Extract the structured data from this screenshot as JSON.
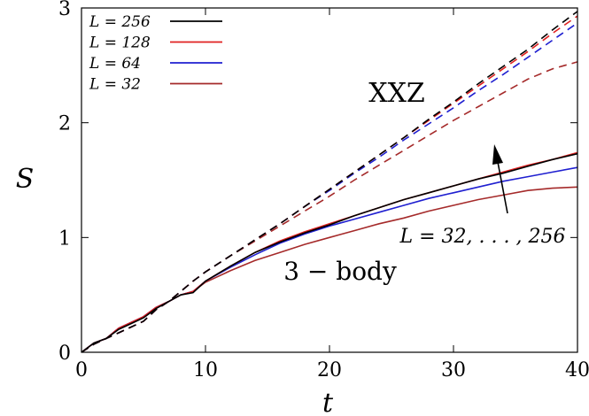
{
  "chart_data": {
    "type": "line",
    "xlabel": "t",
    "ylabel": "S",
    "xlim": [
      0,
      40
    ],
    "ylim": [
      0,
      3
    ],
    "xticks": [
      "0",
      "10",
      "20",
      "30",
      "40"
    ],
    "yticks": [
      "0",
      "1",
      "2",
      "3"
    ],
    "grid": false,
    "legend_position": "top-left",
    "annotations": {
      "xxz": "XXZ",
      "three_body": "3 − body",
      "range": "L = 32, . . . , 256"
    },
    "x": [
      0,
      1,
      2,
      3,
      4,
      5,
      6,
      7,
      8,
      9,
      10,
      12,
      14,
      16,
      18,
      20,
      22,
      24,
      26,
      28,
      30,
      32,
      34,
      36,
      38,
      40
    ],
    "series": [
      {
        "name": "L = 256",
        "color": "#000000",
        "three_body": [
          0,
          0.08,
          0.12,
          0.2,
          0.25,
          0.3,
          0.38,
          0.44,
          0.5,
          0.52,
          0.62,
          0.75,
          0.87,
          0.96,
          1.04,
          1.11,
          1.19,
          1.26,
          1.33,
          1.39,
          1.45,
          1.51,
          1.56,
          1.62,
          1.68,
          1.73
        ],
        "xxz": [
          0,
          0.07,
          0.12,
          0.17,
          0.22,
          0.27,
          0.37,
          0.44,
          0.53,
          0.62,
          0.7,
          0.84,
          0.98,
          1.12,
          1.27,
          1.42,
          1.57,
          1.72,
          1.87,
          2.03,
          2.18,
          2.34,
          2.49,
          2.64,
          2.81,
          2.97
        ]
      },
      {
        "name": "L = 128",
        "color": "#e02020",
        "three_body": [
          0,
          0.08,
          0.12,
          0.21,
          0.26,
          0.31,
          0.39,
          0.44,
          0.5,
          0.53,
          0.62,
          0.75,
          0.87,
          0.97,
          1.05,
          1.12,
          1.19,
          1.26,
          1.33,
          1.39,
          1.45,
          1.51,
          1.57,
          1.63,
          1.68,
          1.74
        ],
        "xxz": [
          0,
          0.07,
          0.12,
          0.17,
          0.22,
          0.27,
          0.37,
          0.44,
          0.53,
          0.62,
          0.7,
          0.84,
          0.98,
          1.12,
          1.27,
          1.42,
          1.57,
          1.72,
          1.87,
          2.02,
          2.17,
          2.32,
          2.47,
          2.62,
          2.78,
          2.93
        ]
      },
      {
        "name": "L = 64",
        "color": "#1f1fd0",
        "three_body": [
          0,
          0.08,
          0.12,
          0.21,
          0.26,
          0.31,
          0.39,
          0.44,
          0.5,
          0.53,
          0.62,
          0.74,
          0.85,
          0.95,
          1.03,
          1.1,
          1.16,
          1.22,
          1.28,
          1.34,
          1.39,
          1.44,
          1.49,
          1.53,
          1.57,
          1.61
        ],
        "xxz": [
          0,
          0.07,
          0.12,
          0.17,
          0.22,
          0.27,
          0.37,
          0.44,
          0.53,
          0.62,
          0.7,
          0.84,
          0.98,
          1.12,
          1.27,
          1.41,
          1.56,
          1.7,
          1.85,
          1.99,
          2.13,
          2.28,
          2.42,
          2.57,
          2.72,
          2.87
        ]
      },
      {
        "name": "L = 32",
        "color": "#a52a2a",
        "three_body": [
          0,
          0.08,
          0.12,
          0.21,
          0.26,
          0.31,
          0.39,
          0.44,
          0.5,
          0.53,
          0.61,
          0.71,
          0.8,
          0.87,
          0.94,
          1.0,
          1.06,
          1.12,
          1.17,
          1.23,
          1.28,
          1.33,
          1.37,
          1.41,
          1.43,
          1.44
        ],
        "xxz": [
          0,
          0.07,
          0.12,
          0.17,
          0.22,
          0.27,
          0.37,
          0.44,
          0.53,
          0.62,
          0.7,
          0.84,
          0.97,
          1.1,
          1.23,
          1.36,
          1.5,
          1.63,
          1.76,
          1.89,
          2.02,
          2.14,
          2.26,
          2.38,
          2.47,
          2.53
        ]
      }
    ]
  }
}
